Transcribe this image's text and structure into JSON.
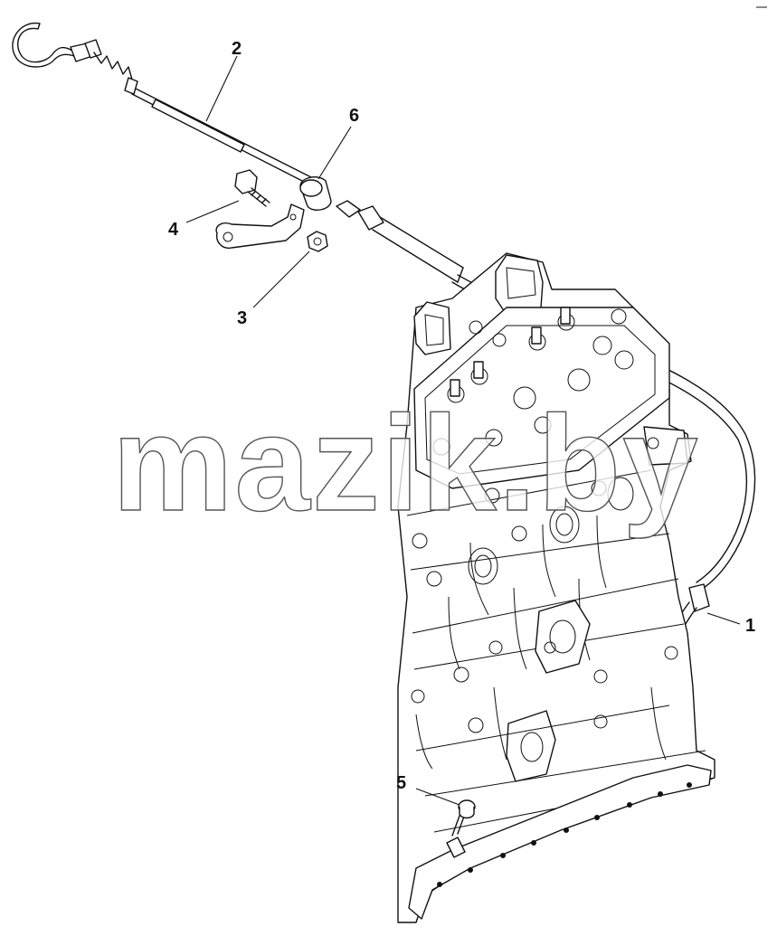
{
  "diagram": {
    "callouts": [
      {
        "id": "1",
        "label": "1"
      },
      {
        "id": "2",
        "label": "2"
      },
      {
        "id": "3",
        "label": "3"
      },
      {
        "id": "4",
        "label": "4"
      },
      {
        "id": "5",
        "label": "5"
      },
      {
        "id": "6",
        "label": "6"
      }
    ],
    "watermark": "mazik.by"
  }
}
